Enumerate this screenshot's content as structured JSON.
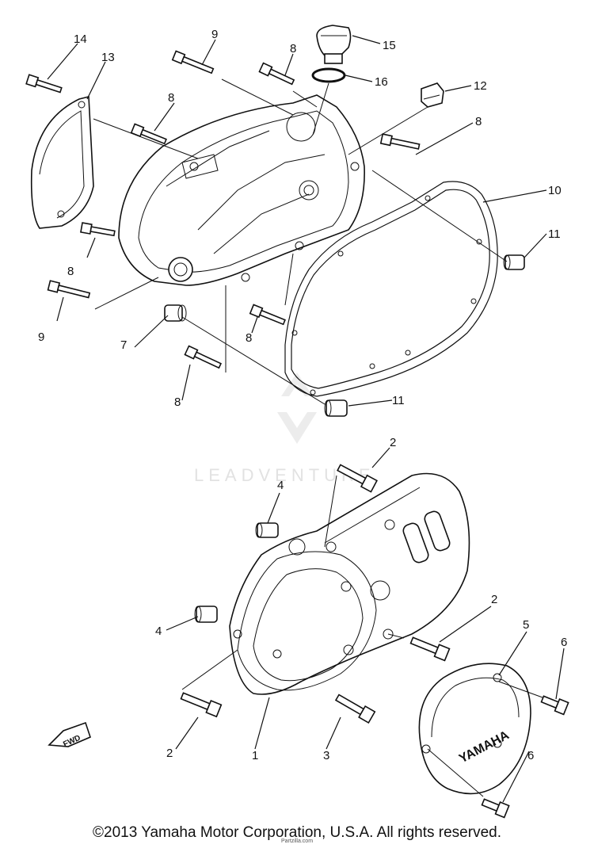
{
  "diagram": {
    "callouts": {
      "c1": "1",
      "c2a": "2",
      "c2b": "2",
      "c2c": "2",
      "c3": "3",
      "c4a": "4",
      "c4b": "4",
      "c5": "5",
      "c6a": "6",
      "c6b": "6",
      "c7": "7",
      "c8a": "8",
      "c8b": "8",
      "c8c": "8",
      "c8d": "8",
      "c8e": "8",
      "c8f": "8",
      "c9a": "9",
      "c9b": "9",
      "c10": "10",
      "c11a": "11",
      "c11b": "11",
      "c12": "12",
      "c13": "13",
      "c14": "14",
      "c15": "15",
      "c16": "16"
    },
    "fwd_label": "FWD",
    "cover_brand": "YAMAHA",
    "watermark": "LEADVENTURE"
  },
  "footer": {
    "copyright": "©2013 Yamaha Motor Corporation, U.S.A. All rights reserved.",
    "fine_print": "Partzilla.com"
  }
}
